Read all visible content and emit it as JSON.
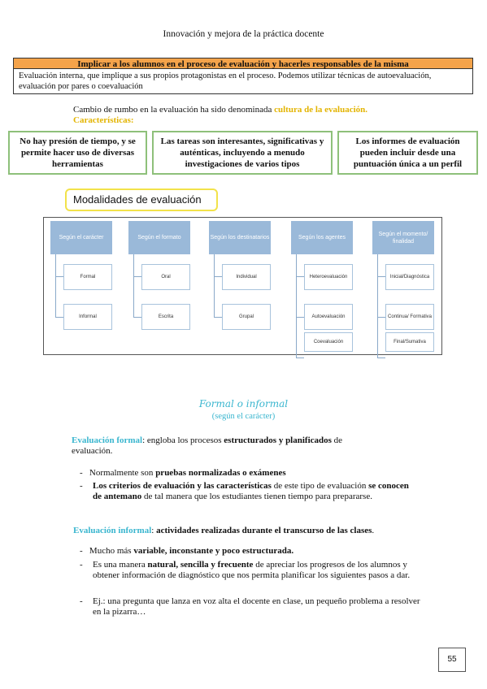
{
  "header": {
    "title": "Innovación y mejora de la práctica docente"
  },
  "box": {
    "title": "Implicar a los alumnos en el proceso de evaluación y hacerles responsables de la misma",
    "body": "Evaluación interna, que implique a sus propios protagonistas en el proceso. Podemos utilizar técnicas de autoevaluación, evaluación por pares o coevaluación"
  },
  "cambio": {
    "text": "Cambio de rumbo en la evaluación ha sido denominada ",
    "highlight": "cultura de la evaluación."
  },
  "caracteristicas_label": "Características:",
  "features": [
    "No hay presión de tiempo, y se permite hacer uso de diversas herramientas",
    "Las tareas son interesantes, significativas y auténticas, incluyendo a menudo investigaciones de varios tipos",
    "Los informes de evaluación pueden incluir desde una puntuación única a un perfil"
  ],
  "modalidades_title": "Modalidades de evaluación",
  "diagram": {
    "columns": [
      {
        "head": "Según el carácter",
        "children": [
          "Formal",
          "Informal"
        ]
      },
      {
        "head": "Según el formato",
        "children": [
          "Oral",
          "Escrita"
        ]
      },
      {
        "head": "Según los destinatarios",
        "children": [
          "Individual",
          "Grupal"
        ]
      },
      {
        "head": "Según los agentes",
        "children": [
          "Heteroevaluación",
          "Autoevaluación",
          "Coevaluación"
        ]
      },
      {
        "head": "Según el momento/ finalidad",
        "children": [
          "Inicial/Diagnóstica",
          "Continua/ Formativa",
          "Final/Sumativa"
        ]
      }
    ]
  },
  "section": {
    "title": "Formal o informal",
    "subtitle": "(según el carácter)"
  },
  "formal": {
    "label": "Evaluación formal",
    "t1": ": engloba los procesos ",
    "b1": "estructurados y planificados",
    "t2": " de evaluación.",
    "bullet1_a": "Normalmente son ",
    "bullet1_b": "pruebas normalizadas o exámenes",
    "bullet2_a": "Los criterios de evaluación y las características",
    "bullet2_b": " de este tipo de evaluación ",
    "bullet2_c": "se conocen de antemano",
    "bullet2_d": " de tal manera que los estudiantes tienen tiempo para prepararse."
  },
  "informal": {
    "label": "Evaluación informal",
    "t1": ": ",
    "b1": "actividades realizadas durante el transcurso de las clases",
    "t2": ".",
    "bullet1_a": "Mucho más ",
    "bullet1_b": "variable, inconstante y poco estructurada.",
    "bullet2_a": "Es una manera ",
    "bullet2_b": "natural, sencilla y frecuente",
    "bullet2_c": " de apreciar los progresos de los alumnos y obtener información de diagnóstico que nos permita planificar los siguientes pasos a dar.",
    "bullet3": "Ej.: una pregunta que lanza en voz alta el docente en clase, un pequeño problema a resolver en la pizarra…"
  },
  "page_number": "55",
  "colors": {
    "orange": "#f4a34a",
    "gold": "#e3b400",
    "green_border": "#8ec07a",
    "cyan": "#3ab6cf",
    "diagram_blue": "#9ab9d9",
    "modalidades_border": "#f2e24a"
  }
}
